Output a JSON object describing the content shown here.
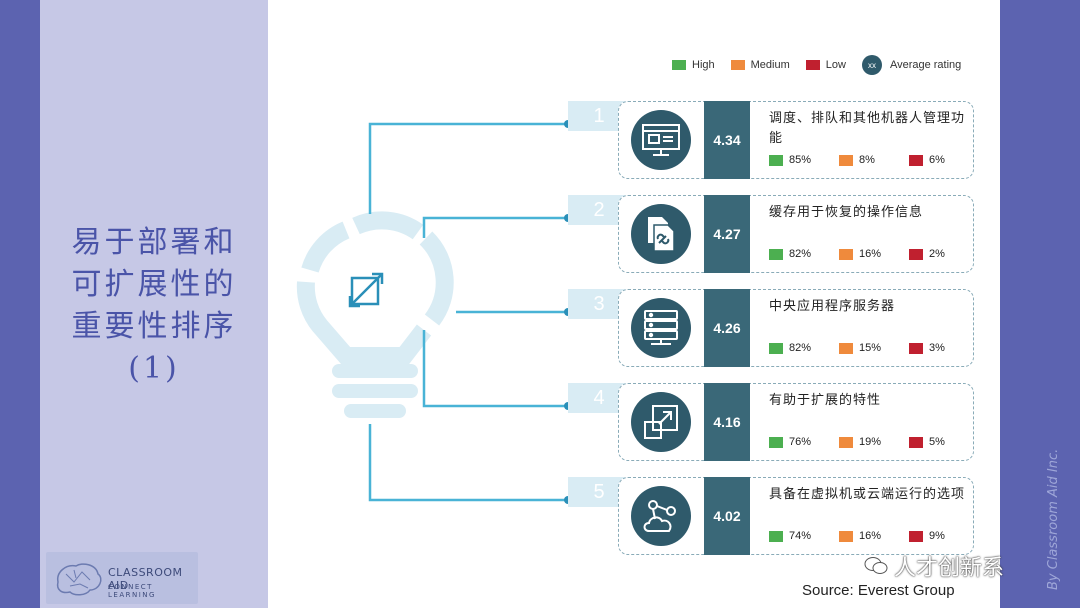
{
  "title": {
    "lines": [
      "易于部署和",
      "可扩展性的",
      "重要性排序",
      "(1)"
    ]
  },
  "logo": {
    "name": "CLASSROOM AID",
    "tagline": "CONNECT LEARNING"
  },
  "vertical_credit": "By Classroom Aid Inc.",
  "legend": {
    "high": "High",
    "medium": "Medium",
    "low": "Low",
    "avg_marker": "xx",
    "avg_label": "Average rating"
  },
  "colors": {
    "high": "#4caf50",
    "medium": "#ef8a3c",
    "low": "#c0202f",
    "accent": "#2f5a6b",
    "connector": "#49b3d6",
    "bulb": "#d9ecf4"
  },
  "rows": [
    {
      "num": "1",
      "score": "4.34",
      "label": "调度、排队和其他机器人管理功能",
      "high": "85%",
      "medium": "8%",
      "low": "6%",
      "icon": "dashboard-screen-icon"
    },
    {
      "num": "2",
      "score": "4.27",
      "label": "缓存用于恢复的操作信息",
      "high": "82%",
      "medium": "16%",
      "low": "2%",
      "icon": "linked-documents-icon"
    },
    {
      "num": "3",
      "score": "4.26",
      "label": "中央应用程序服务器",
      "high": "82%",
      "medium": "15%",
      "low": "3%",
      "icon": "server-stack-icon"
    },
    {
      "num": "4",
      "score": "4.16",
      "label": "有助于扩展的特性",
      "high": "76%",
      "medium": "19%",
      "low": "5%",
      "icon": "scale-up-icon"
    },
    {
      "num": "5",
      "score": "4.02",
      "label": "具备在虚拟机或云端运行的选项",
      "high": "74%",
      "medium": "16%",
      "low": "9%",
      "icon": "cloud-network-icon"
    }
  ],
  "source": "Source: Everest Group",
  "watermark": "人才创新系"
}
